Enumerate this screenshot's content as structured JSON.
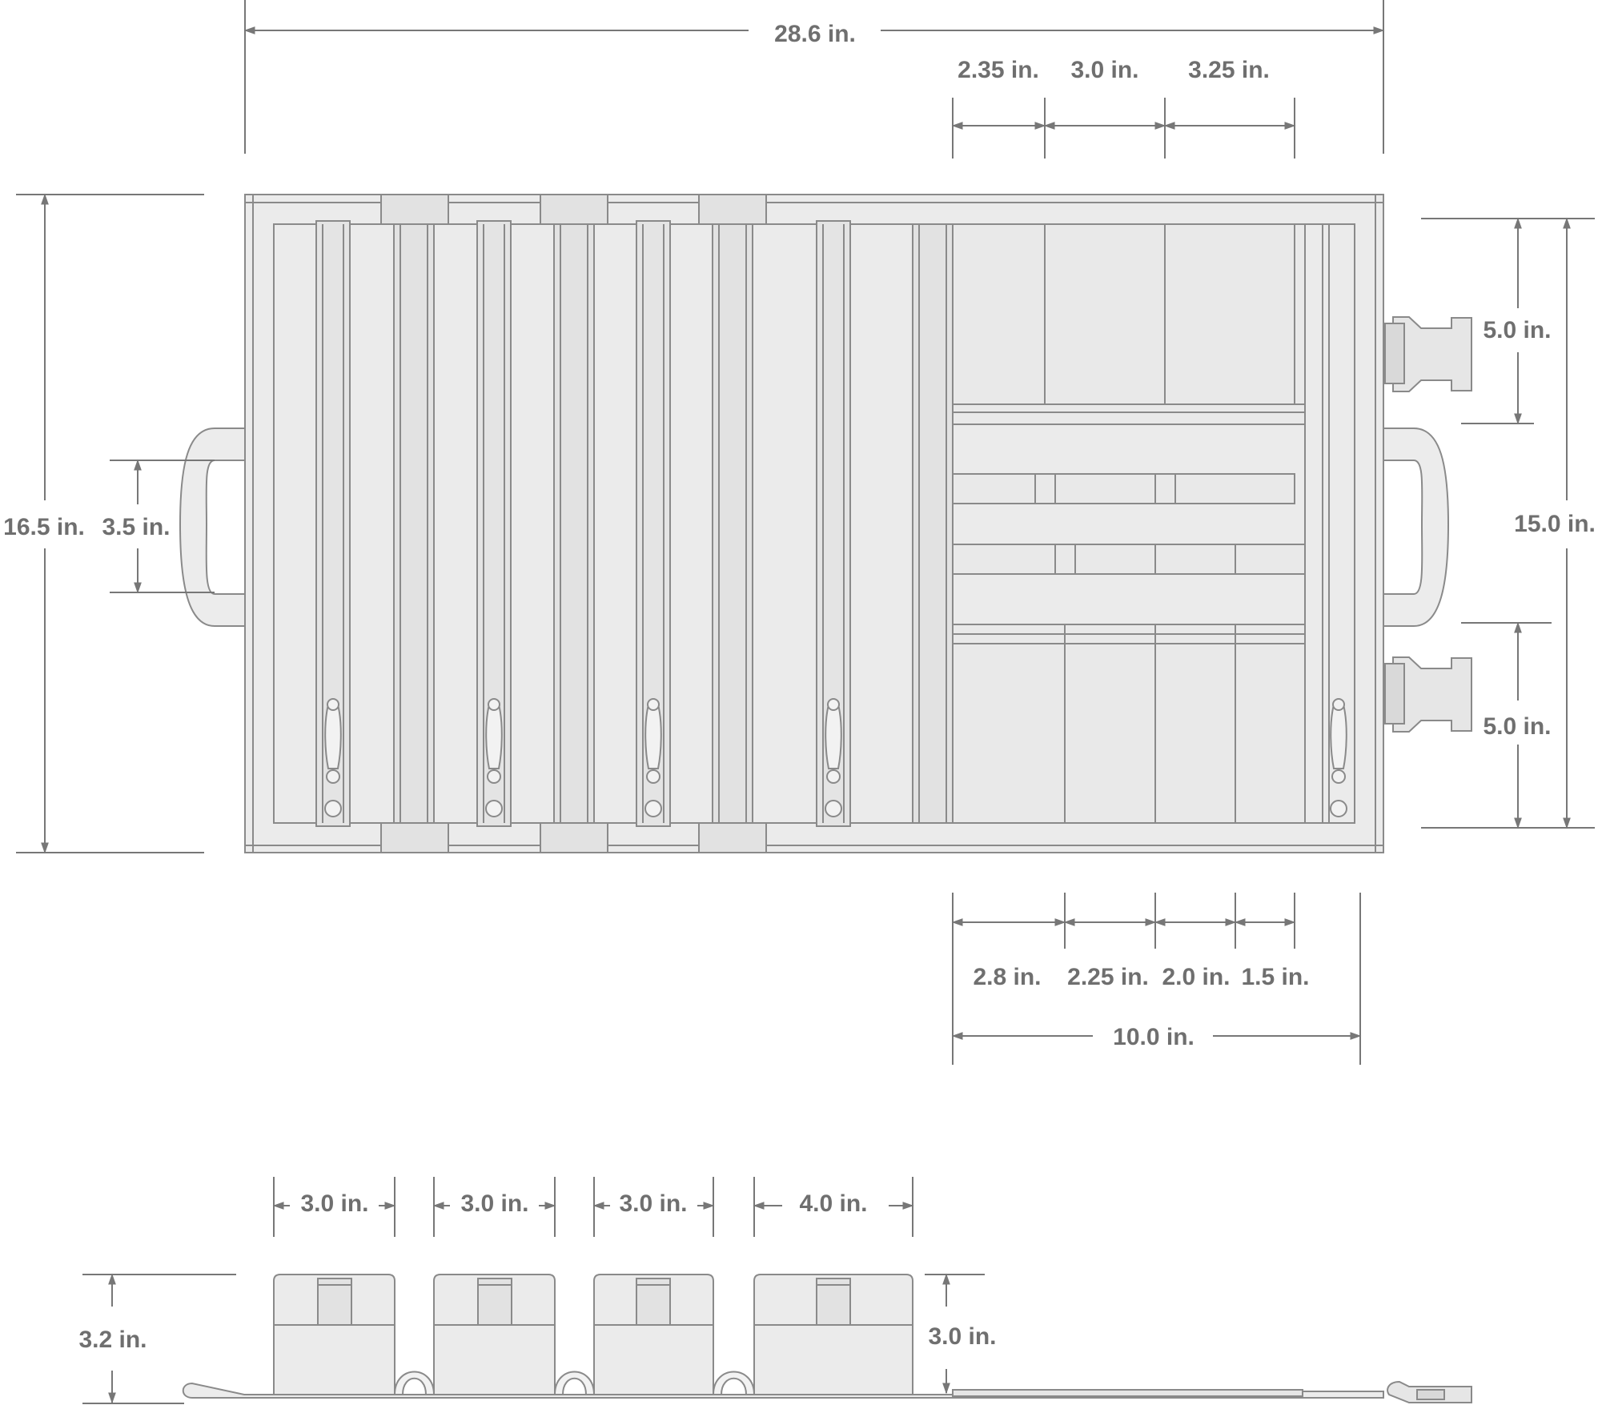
{
  "dimensions": {
    "total_length": "28.6 in.",
    "pocket_top_1": "2.35 in.",
    "pocket_top_2": "3.0 in.",
    "pocket_top_3": "3.25 in.",
    "total_height": "16.5 in.",
    "handle_width": "3.5 in.",
    "buckle_span_top": "5.0 in.",
    "inner_height": "15.0 in.",
    "buckle_span_bottom": "5.0 in.",
    "pocket_bottom_1": "2.8 in.",
    "pocket_bottom_2": "2.25 in.",
    "pocket_bottom_3": "2.0 in.",
    "pocket_bottom_4": "1.5 in.",
    "pocket_section_width": "10.0 in.",
    "roll_1": "3.0 in.",
    "roll_2": "3.0 in.",
    "roll_3": "3.0 in.",
    "roll_4": "4.0 in.",
    "side_total_height": "3.2 in.",
    "side_roll_height": "3.0 in."
  }
}
